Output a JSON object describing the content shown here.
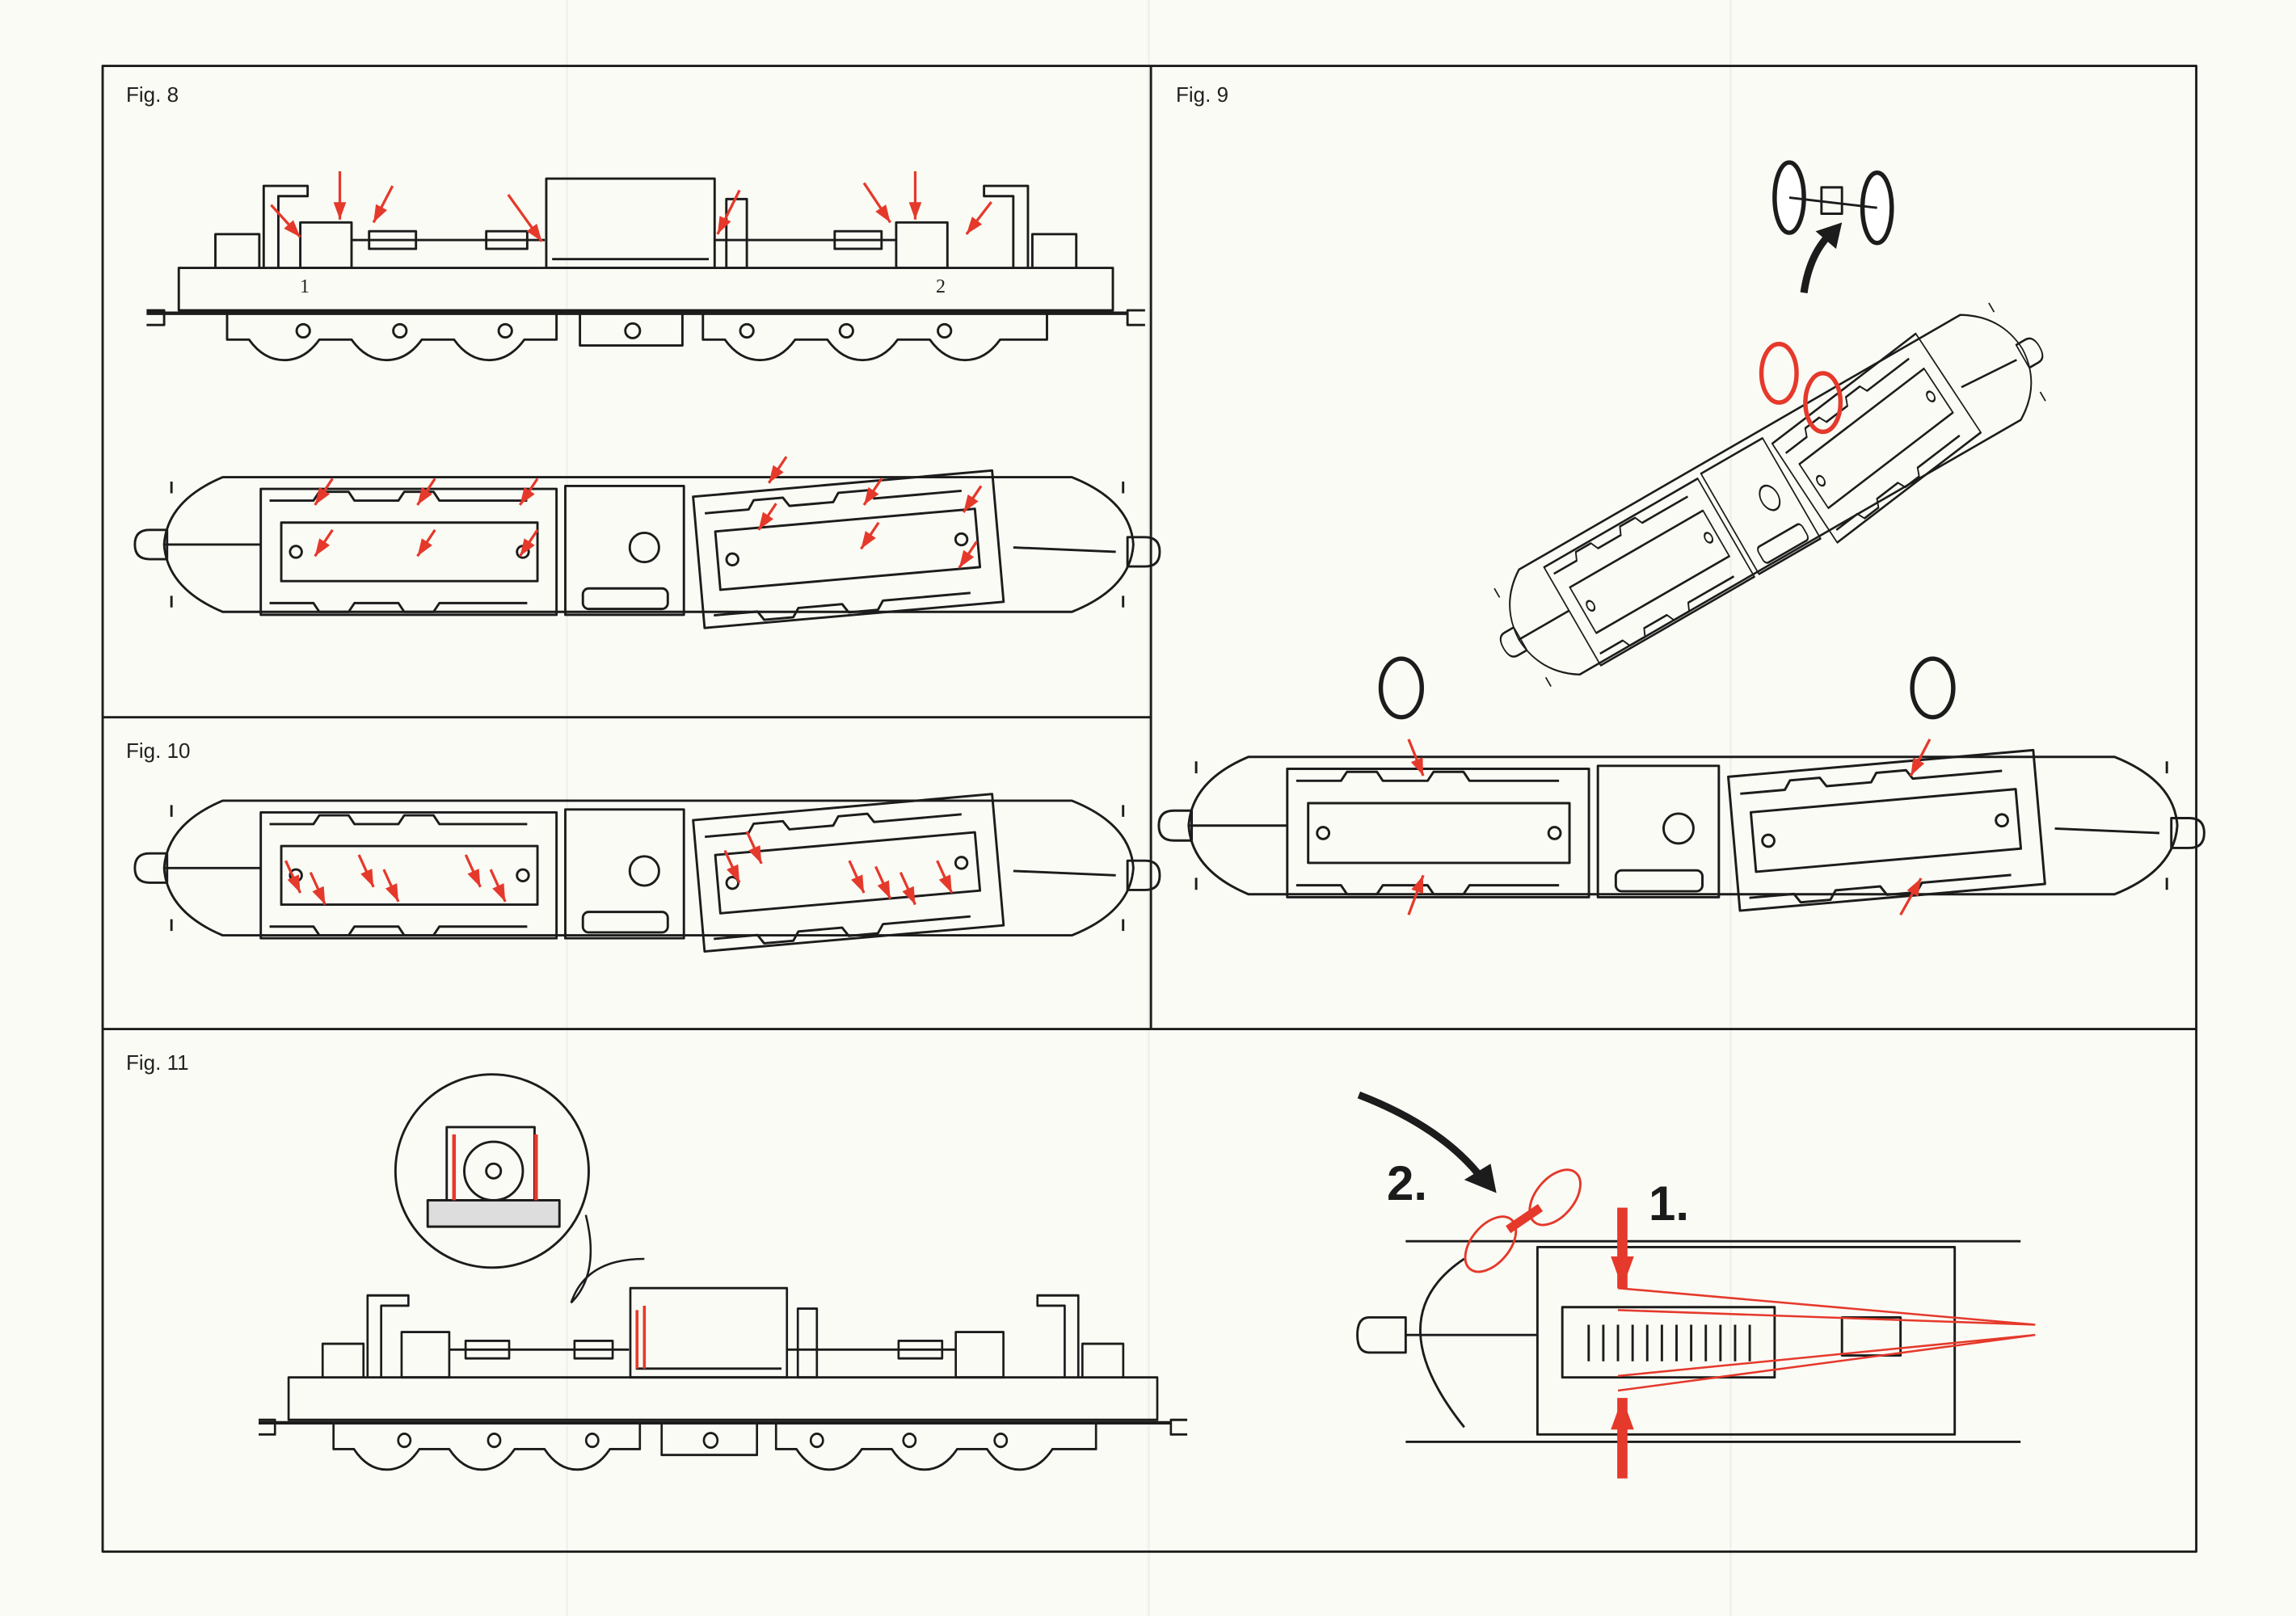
{
  "figures": {
    "fig8": {
      "label": "Fig. 8",
      "side_marks": [
        "1",
        "2"
      ]
    },
    "fig9": {
      "label": "Fig. 9"
    },
    "fig10": {
      "label": "Fig. 10"
    },
    "fig11": {
      "label": "Fig. 11"
    },
    "removal_steps": {
      "step1": "1.",
      "step2": "2."
    }
  },
  "colors": {
    "line": "#1c1c1c",
    "accent_red": "#e5392b",
    "paper": "#fbfbf5"
  }
}
